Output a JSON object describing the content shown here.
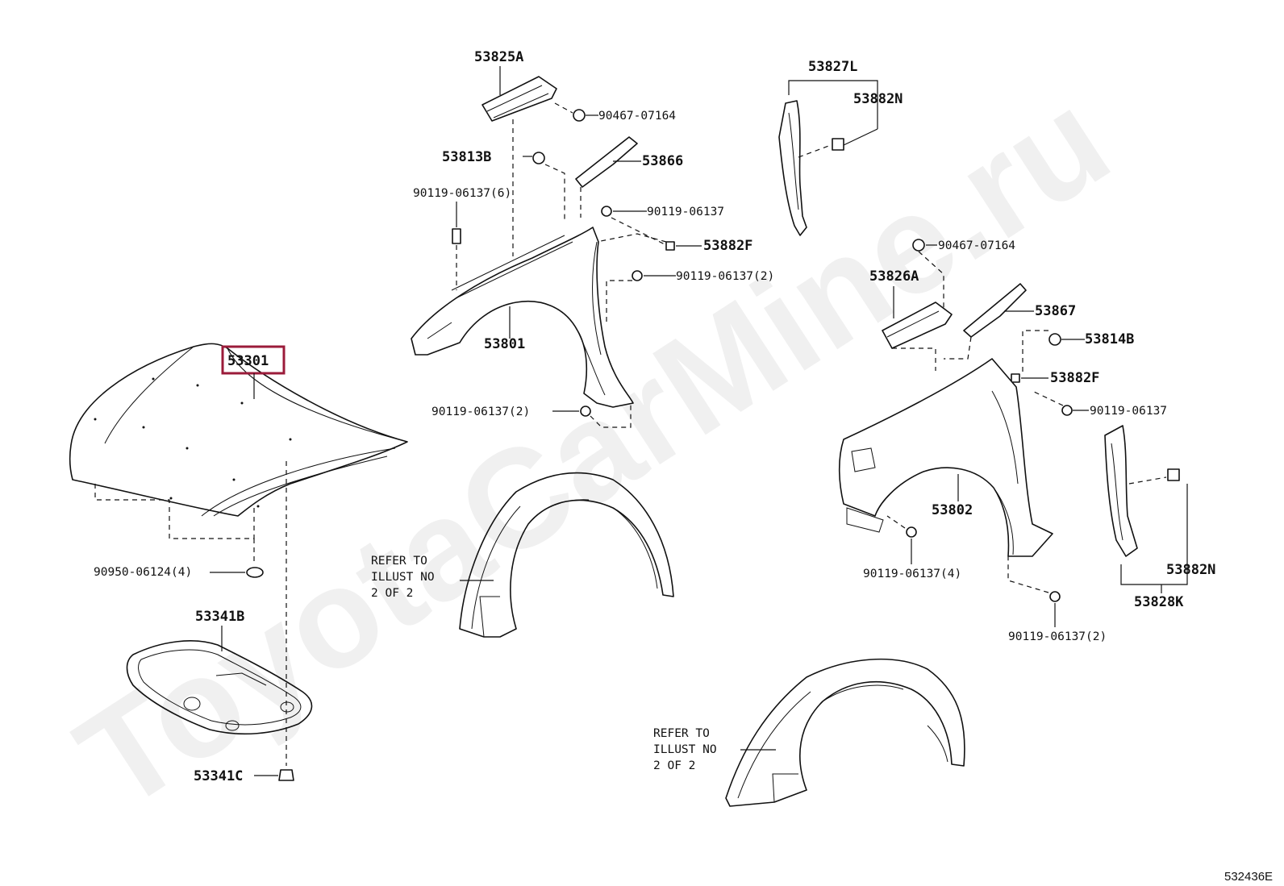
{
  "watermark": "ToyotaCarMine.ru",
  "diagram_code": "532436E",
  "highlight_color": "#9b1b3a",
  "labels": {
    "p53301": "53301",
    "p90950": "90950-06124(4)",
    "p53341B": "53341B",
    "p53341C": "53341C",
    "p53825A": "53825A",
    "p90467a": "90467-07164",
    "p53813B": "53813B",
    "p53866": "53866",
    "p90119_6": "90119-06137(6)",
    "p90119a": "90119-06137",
    "p53882Fa": "53882F",
    "p90119_2a": "90119-06137(2)",
    "p53801": "53801",
    "p90119_2b": "90119-06137(2)",
    "p53827L": "53827L",
    "p53882Na": "53882N",
    "p90467b": "90467-07164",
    "p53826A": "53826A",
    "p53867": "53867",
    "p53814B": "53814B",
    "p53882Fb": "53882F",
    "p90119b": "90119-06137",
    "p53802": "53802",
    "p90119_4": "90119-06137(4)",
    "p53882Nb": "53882N",
    "p53828K": "53828K",
    "p90119_2c": "90119-06137(2)"
  },
  "notes": {
    "left": [
      "REFER TO",
      "ILLUST NO",
      "2 OF 2"
    ],
    "right": [
      "REFER TO",
      "ILLUST NO",
      "2 OF 2"
    ]
  }
}
